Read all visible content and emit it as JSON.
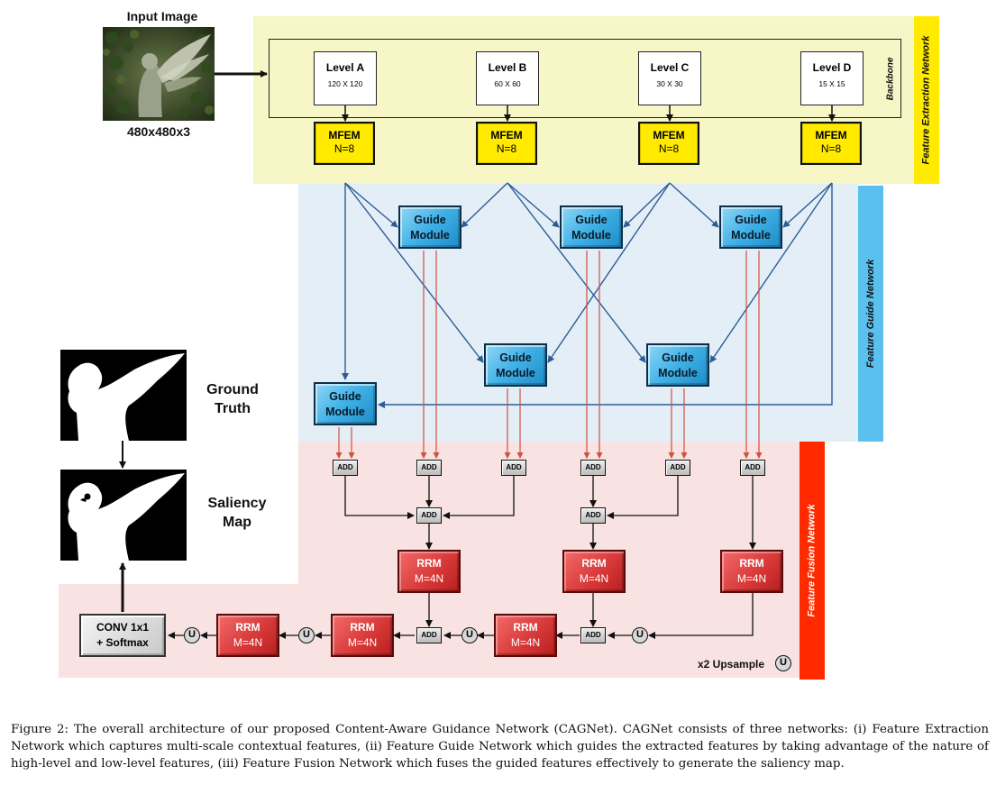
{
  "input": {
    "title": "Input Image",
    "size": "480x480x3"
  },
  "networks": {
    "extraction": "Feature Extraction Network",
    "guide": "Feature Guide Network",
    "fusion": "Feature Fusion Network",
    "backbone": "Backbone"
  },
  "levels": [
    {
      "name": "Level A",
      "dims": "120 X 120"
    },
    {
      "name": "Level B",
      "dims": "60 X 60"
    },
    {
      "name": "Level C",
      "dims": "30 X 30"
    },
    {
      "name": "Level D",
      "dims": "15 X 15"
    }
  ],
  "mfem": {
    "title": "MFEM",
    "param": "N=8"
  },
  "guide_module": {
    "line1": "Guide",
    "line2": "Module"
  },
  "add_label": "ADD",
  "rrm": {
    "title": "RRM",
    "param": "M=4N"
  },
  "upsample_symbol": "U",
  "upsample_legend": "x2 Upsample",
  "conv": {
    "line1": "CONV 1x1",
    "line2": "+ Softmax"
  },
  "ground_truth": {
    "line1": "Ground",
    "line2": "Truth"
  },
  "saliency_map": {
    "line1": "Saliency",
    "line2": "Map"
  },
  "caption": "Figure 2: The overall architecture of our proposed Content-Aware Guidance Network (CAGNet). CAGNet consists of three networks: (i) Feature Extraction Network which captures multi-scale contextual features, (ii) Feature Guide Network which guides the extracted features by taking advantage of the nature of high-level and low-level features, (iii) Feature Fusion Network which fuses the guided features effectively to generate the saliency map.",
  "colors": {
    "extraction_bg": "#f7f7c9",
    "guide_bg": "#e6f0f8",
    "fusion_bg": "#f8e3e3",
    "mfem": "#ffea00",
    "guide_tab": "#5ac1ef",
    "fusion_tab": "#ff2a00",
    "extraction_tab": "#ffea00",
    "blue_wire": "#2c5c97",
    "red_wire": "#d0503c"
  }
}
